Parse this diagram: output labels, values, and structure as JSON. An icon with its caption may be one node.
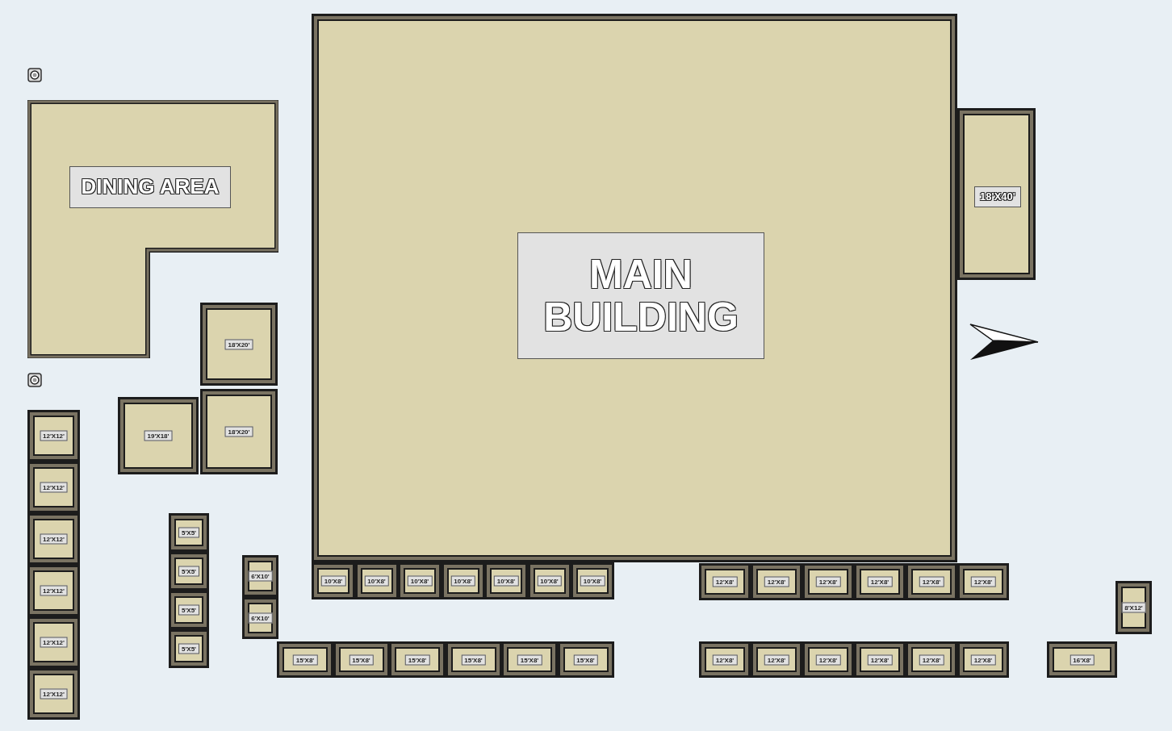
{
  "diagram": {
    "nodes": [
      {
        "text": [
          "DINING AREA"
        ]
      },
      {
        "text": [
          "MAIN BUILDING"
        ]
      },
      {
        "text": [
          "18'X40'"
        ]
      },
      {
        "text": [
          "18'X20'"
        ]
      },
      {
        "text": [
          "19'X18'"
        ]
      },
      {
        "text": [
          "18'X20'"
        ]
      },
      {
        "text": [
          "12'X12'"
        ]
      },
      {
        "text": [
          "12'X12'"
        ]
      },
      {
        "text": [
          "12'X12'"
        ]
      },
      {
        "text": [
          "12'X12'"
        ]
      },
      {
        "text": [
          "12'X12'"
        ]
      },
      {
        "text": [
          "12'X12'"
        ]
      },
      {
        "text": [
          "5'X5'"
        ]
      },
      {
        "text": [
          "5'X5'"
        ]
      },
      {
        "text": [
          "5'X5'"
        ]
      },
      {
        "text": [
          "5'X5'"
        ]
      },
      {
        "text": [
          "6'X10'"
        ]
      },
      {
        "text": [
          "6'X10'"
        ]
      },
      {
        "text": [
          "10'X8'"
        ]
      },
      {
        "text": [
          "10'X8'"
        ]
      },
      {
        "text": [
          "10'X8'"
        ]
      },
      {
        "text": [
          "10'X8'"
        ]
      },
      {
        "text": [
          "10'X8'"
        ]
      },
      {
        "text": [
          "10'X8'"
        ]
      },
      {
        "text": [
          "10'X8'"
        ]
      },
      {
        "text": [
          "12'X8'"
        ]
      },
      {
        "text": [
          "12'X8'"
        ]
      },
      {
        "text": [
          "12'X8'"
        ]
      },
      {
        "text": [
          "12'X8'"
        ]
      },
      {
        "text": [
          "12'X8'"
        ]
      },
      {
        "text": [
          "12'X8'"
        ]
      },
      {
        "text": [
          "8'X12'"
        ]
      },
      {
        "text": [
          "15'X8'"
        ]
      },
      {
        "text": [
          "15'X8'"
        ]
      },
      {
        "text": [
          "15'X8'"
        ]
      },
      {
        "text": [
          "15'X8'"
        ]
      },
      {
        "text": [
          "15'X8'"
        ]
      },
      {
        "text": [
          "15'X8'"
        ]
      },
      {
        "text": [
          "12'X8'"
        ]
      },
      {
        "text": [
          "12'X8'"
        ]
      },
      {
        "text": [
          "12'X8'"
        ]
      },
      {
        "text": [
          "12'X8'"
        ]
      },
      {
        "text": [
          "12'X8'"
        ]
      },
      {
        "text": [
          "12'X8'"
        ]
      },
      {
        "text": [
          "16'X8'"
        ]
      }
    ]
  }
}
